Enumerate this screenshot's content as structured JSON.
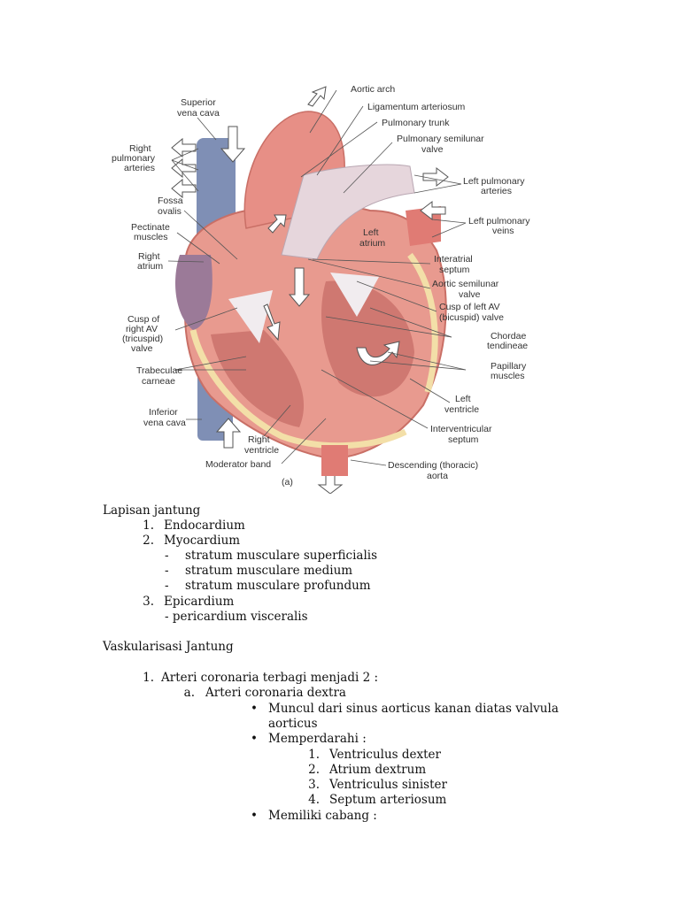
{
  "figure": {
    "panel_label": "(a)",
    "labels": {
      "aortic_arch": "Aortic arch",
      "ligamentum": "Ligamentum arteriosum",
      "pulm_trunk": "Pulmonary trunk",
      "pulm_semilunar_1": "Pulmonary semilunar",
      "pulm_semilunar_2": "valve",
      "svc_1": "Superior",
      "svc_2": "vena cava",
      "rpa_1": "Right",
      "rpa_2": "pulmonary",
      "rpa_3": "arteries",
      "fossa_1": "Fossa",
      "fossa_2": "ovalis",
      "pectinate_1": "Pectinate",
      "pectinate_2": "muscles",
      "ratrium_1": "Right",
      "ratrium_2": "atrium",
      "lpa_1": "Left pulmonary",
      "lpa_2": "arteries",
      "lpv_1": "Left pulmonary",
      "lpv_2": "veins",
      "latrium_1": "Left",
      "latrium_2": "atrium",
      "interatrial_1": "Interatrial",
      "interatrial_2": "septum",
      "aortic_semilunar_1": "Aortic semilunar",
      "aortic_semilunar_2": "valve",
      "cusp_left_1": "Cusp of left AV",
      "cusp_left_2": "(bicuspid) valve",
      "cusp_right_1": "Cusp of",
      "cusp_right_2": "right AV",
      "cusp_right_3": "(tricuspid)",
      "cusp_right_4": "valve",
      "chordae_1": "Chordae",
      "chordae_2": "tendineae",
      "trabeculae_1": "Trabeculae",
      "trabeculae_2": "carneae",
      "papillary_1": "Papillary",
      "papillary_2": "muscles",
      "lventricle_1": "Left",
      "lventricle_2": "ventricle",
      "ivc_1": "Inferior",
      "ivc_2": "vena cava",
      "rventricle_1": "Right",
      "rventricle_2": "ventricle",
      "ivs_1": "Interventricular",
      "ivs_2": "septum",
      "moderator": "Moderator band",
      "desc_aorta_1": "Descending (thoracic)",
      "desc_aorta_2": "aorta"
    }
  },
  "document": {
    "heading1": "Lapisan jantung",
    "layers": [
      {
        "num": "1.",
        "text": "Endocardium"
      },
      {
        "num": "2.",
        "text": "Myocardium"
      },
      {
        "num": "3.",
        "text": "Epicardium"
      }
    ],
    "myocardium_sub": [
      "stratum musculare superficialis",
      "stratum musculare medium",
      "stratum musculare profundum"
    ],
    "epicardium_sub": "- pericardium visceralis",
    "heading2": "Vaskularisasi Jantung",
    "item1": {
      "num": "1.",
      "text": "Arteri coronaria terbagi menjadi 2 :"
    },
    "item1a": {
      "num": "a.",
      "text": "Arteri coronaria dextra"
    },
    "bullet1_line1": "Muncul dari sinus aorticus kanan diatas valvula",
    "bullet1_line2": "aorticus",
    "bullet2": "Memperdarahi :",
    "supplied": [
      {
        "num": "1.",
        "text": "Ventriculus dexter"
      },
      {
        "num": "2.",
        "text": "Atrium dextrum"
      },
      {
        "num": "3.",
        "text": "Ventriculus sinister"
      },
      {
        "num": "4.",
        "text": "Septum arteriosum"
      }
    ],
    "bullet3": "Memiliki cabang :"
  },
  "colors": {
    "heart": "#e89a8f",
    "heart_dark": "#c96f66",
    "vein": "#7f8fb5",
    "vessel_light": "#e6d6dc",
    "fat": "#f3dfa8"
  }
}
